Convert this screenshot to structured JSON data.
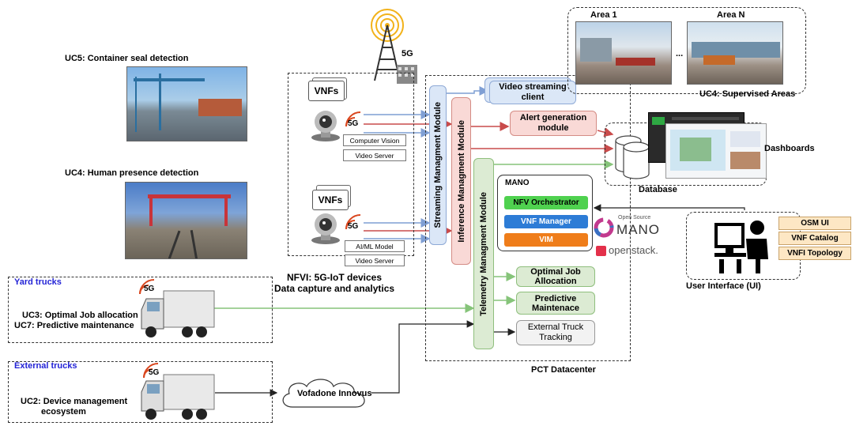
{
  "colors": {
    "streaming": "#dbe7f7",
    "inference": "#f9d9d6",
    "telemetry": "#dcebd3",
    "orchestrator": "#4fd14f",
    "vnf_manager": "#2d7cd6",
    "vim": "#ef7d1a",
    "ui_item": "#fde7c4",
    "blue_label": "#2323d6",
    "arrow_blue": "#7f9fd4",
    "arrow_red": "#c94b4b",
    "arrow_green": "#86c47a"
  },
  "labels": {
    "uc5": "UC5: Container seal detection",
    "uc4_human": "UC4: Human presence detection",
    "yard_trucks": "Yard trucks",
    "uc3": "UC3: Optimal Job allocation",
    "uc7": "UC7: Predictive maintenance",
    "external_trucks": "External trucks",
    "uc2_line1": "UC2: Device management",
    "uc2_line2": "ecosystem",
    "vodafone": "Vofadone Innovus",
    "nfvi_line1": "NFVI: 5G-IoT devices",
    "nfvi_line2": "Data capture and analytics",
    "pct": "PCT Datacenter",
    "area1": "Area 1",
    "arean": "Area N",
    "ellipsis": "...",
    "uc4_areas": "UC4: Supervised Areas",
    "dashboards": "Dashboards",
    "database": "Database",
    "ui": "User Interface (UI)",
    "fiveg": "5G",
    "fiveg_tower": "5G"
  },
  "vnf": {
    "top": {
      "title": "VNFs",
      "sub1": "Computer Vision",
      "sub2": "Video Server"
    },
    "bottom": {
      "title": "VNFs",
      "sub1": "AI/ML Model",
      "sub2": "Video Server"
    }
  },
  "modules": {
    "streaming": "Streaming Managment Module",
    "inference": "Inference Managment Module",
    "telemetry": "Telemetry Managment Module",
    "video_client_l1": "Video streaming",
    "video_client_l2": "client",
    "alert_l1": "Alert generation",
    "alert_l2": "module",
    "optimal_l1": "Optimal Job",
    "optimal_l2": "Allocation",
    "predictive_l1": "Predictive",
    "predictive_l2": "Maintenace",
    "external_l1": "External Truck",
    "external_l2": "Tracking"
  },
  "mano": {
    "title": "MANO",
    "orchestrator": "NFV Orchestrator",
    "vnf_manager": "VNF Manager",
    "vim": "VIM",
    "osm_small": "Open Source",
    "osm_big": "MANO",
    "openstack": "openstack."
  },
  "ui_items": [
    "OSM UI",
    "VNF Catalog",
    "VNFI Topology"
  ]
}
